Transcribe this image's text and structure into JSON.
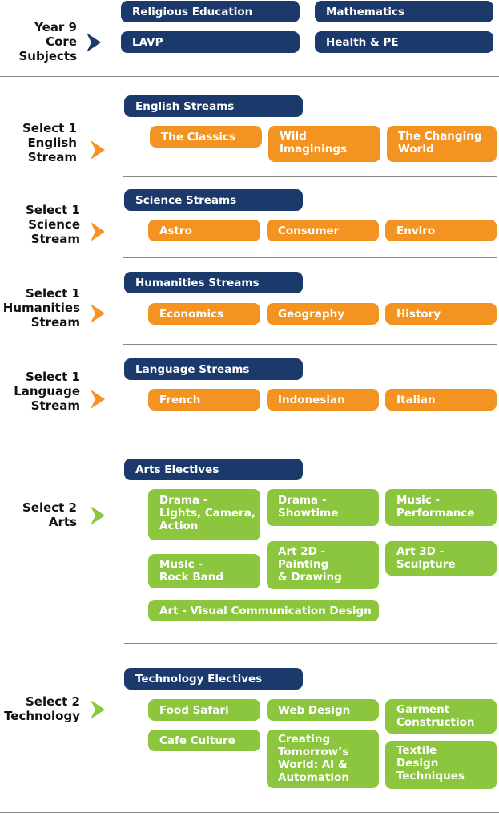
{
  "colors": {
    "navy": "#1b3a6b",
    "orange": "#f39322",
    "green": "#8cc63f"
  },
  "core": {
    "label": [
      "Year 9",
      "Core",
      "Subjects"
    ],
    "subjects": [
      "Religious Education",
      "Mathematics",
      "LAVP",
      "Health & PE"
    ]
  },
  "english": {
    "label": [
      "Select 1",
      "English",
      "Stream"
    ],
    "header": "English Streams",
    "options": [
      [
        "The Classics"
      ],
      [
        "Wild",
        "Imaginings"
      ],
      [
        "The Changing",
        "World"
      ]
    ]
  },
  "science": {
    "label": [
      "Select 1",
      "Science",
      "Stream"
    ],
    "header": "Science Streams",
    "options": [
      "Astro",
      "Consumer",
      "Enviro"
    ]
  },
  "humanities": {
    "label": [
      "Select 1",
      "Humanities",
      "Stream"
    ],
    "header": "Humanities Streams",
    "options": [
      "Economics",
      "Geography",
      "History"
    ]
  },
  "language": {
    "label": [
      "Select 1",
      "Language",
      "Stream"
    ],
    "header": "Language Streams",
    "options": [
      "French",
      "Indonesian",
      "Italian"
    ]
  },
  "arts": {
    "label": [
      "Select 2",
      "Arts"
    ],
    "header": "Arts Electives",
    "options": [
      [
        "Drama -",
        "Lights, Camera,",
        "Action"
      ],
      [
        "Drama -",
        "Showtime"
      ],
      [
        "Music -",
        "Performance"
      ],
      [
        "Music -",
        "Rock Band"
      ],
      [
        "Art 2D -",
        "Painting",
        "& Drawing"
      ],
      [
        "Art 3D -",
        "Sculpture"
      ],
      [
        "Art - Visual Communication Design"
      ]
    ]
  },
  "technology": {
    "label": [
      "Select 2",
      "Technology"
    ],
    "header": "Technology Electives",
    "options": [
      [
        "Food Safari"
      ],
      [
        "Web Design"
      ],
      [
        "Garment",
        "Construction"
      ],
      [
        "Cafe Culture"
      ],
      [
        "Creating",
        "Tomorrow’s",
        "World: AI &",
        "Automation"
      ],
      [
        "Textile",
        "Design",
        "Techniques"
      ]
    ]
  }
}
